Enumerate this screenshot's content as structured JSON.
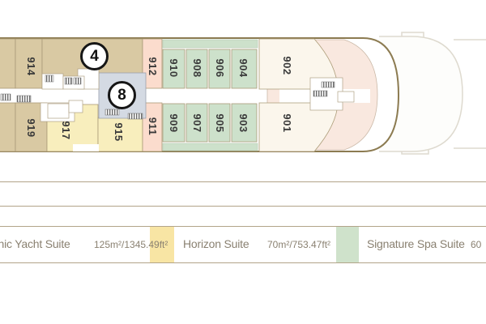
{
  "deck_plan": {
    "markers": {
      "m4": "4",
      "m8": "8"
    },
    "cabins": {
      "c914": "914",
      "c912": "912",
      "c910": "910",
      "c908": "908",
      "c906": "906",
      "c904": "904",
      "c902": "902",
      "c919": "919",
      "c917": "917",
      "c915": "915",
      "c911": "911",
      "c909": "909",
      "c907": "907",
      "c905": "905",
      "c903": "903",
      "c901": "901"
    },
    "cabin_colors": {
      "tan": "#d9c9a3",
      "yellow": "#f8eebd",
      "green": "#cde1cb",
      "pink": "#fbdccd",
      "cream": "#fbf6ec",
      "bow_pink": "#f9e8df",
      "spa_gray": "#d4dae3",
      "hull_stroke": "#8c7b51",
      "ghost_stroke": "#dedacf"
    }
  },
  "legend": {
    "entries": [
      {
        "name": "Scenic Yacht Suite",
        "area": "125m²/1345.49ft²",
        "swatch": ""
      },
      {
        "name": "Horizon Suite",
        "area": "70m²/753.47ft²",
        "swatch": "#f8e5a4"
      },
      {
        "name": "Signature Spa Suite",
        "area": "60",
        "swatch": "#cfe2cb"
      }
    ]
  }
}
